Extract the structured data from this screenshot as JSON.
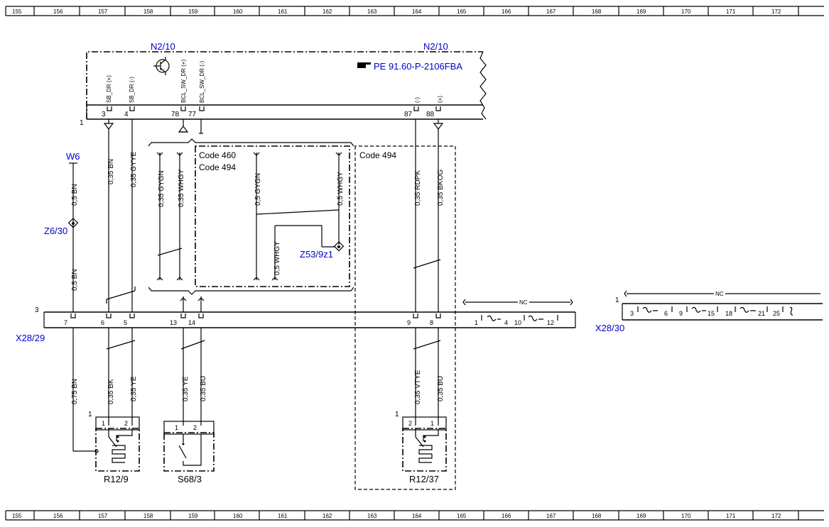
{
  "ruler": [
    "155",
    "156",
    "157",
    "158",
    "159",
    "160",
    "161",
    "162",
    "163",
    "164",
    "165",
    "166",
    "167",
    "168",
    "169",
    "170",
    "171",
    "172"
  ],
  "n2_10": {
    "label_left": "N2/10",
    "label_right": "N2/10",
    "reference": "PE 91.60-P-2106FBA"
  },
  "signals": {
    "sb_dr_pos": "SB_DR (+)",
    "sb_dr_neg": "SB_DR (-)",
    "bcl_pos": "BCL_SW_DR (+)",
    "bcl_neg": "BCL_SW_DR (-)",
    "p87": "(-)",
    "p88": "(+)"
  },
  "pins_top": {
    "p3": "3",
    "p4": "4",
    "p78": "78",
    "p77": "77",
    "p87": "87",
    "p88": "88",
    "row": "1"
  },
  "ground": {
    "w6": "W6",
    "z6": "Z6/30"
  },
  "wires": {
    "bn_upper": "0,5 BN",
    "bn_lower": "0,5 BN",
    "w157": "0,35 BN",
    "w158": "0,35 GYYE",
    "w159a": "0,35 GYGN",
    "w159b": "0,35 WHGY",
    "w161": "0,5 GYGN",
    "w162": "0,5 WHGY",
    "w161b": "0,5 WHGY",
    "w164": "0,35 RDPK",
    "w165": "0,35 BKOG",
    "l155": "0,75 BN",
    "l157": "0,35 BK",
    "l158": "0,35 YE",
    "l159": "0,35 YE",
    "l160": "0,35 BU",
    "l164": "0,35 VTYE",
    "l165": "0,35 BU"
  },
  "codes": {
    "c460": "Code 460",
    "c494a": "Code 494",
    "c494b": "Code 494"
  },
  "splice": "Z53/9z1",
  "x28_29": {
    "label": "X28/29",
    "row": "3",
    "pins": [
      "7",
      "6",
      "5",
      "13",
      "14",
      "9",
      "8"
    ],
    "nc": "NC",
    "nc_pins": [
      "1",
      "4",
      "10",
      "12"
    ]
  },
  "x28_30": {
    "label": "X28/30",
    "row": "1",
    "nc": "NC",
    "pins": [
      "3",
      "6",
      "9",
      "15",
      "18",
      "21",
      "25"
    ]
  },
  "components": {
    "r12_9": {
      "label": "R12/9",
      "num": "1",
      "pin1": "1",
      "pin2": "2"
    },
    "s68_3": {
      "label": "S68/3",
      "pin1": "1",
      "pin2": "2"
    },
    "r12_37": {
      "label": "R12/37",
      "num": "1",
      "pin1": "2",
      "pin2": "1"
    }
  }
}
